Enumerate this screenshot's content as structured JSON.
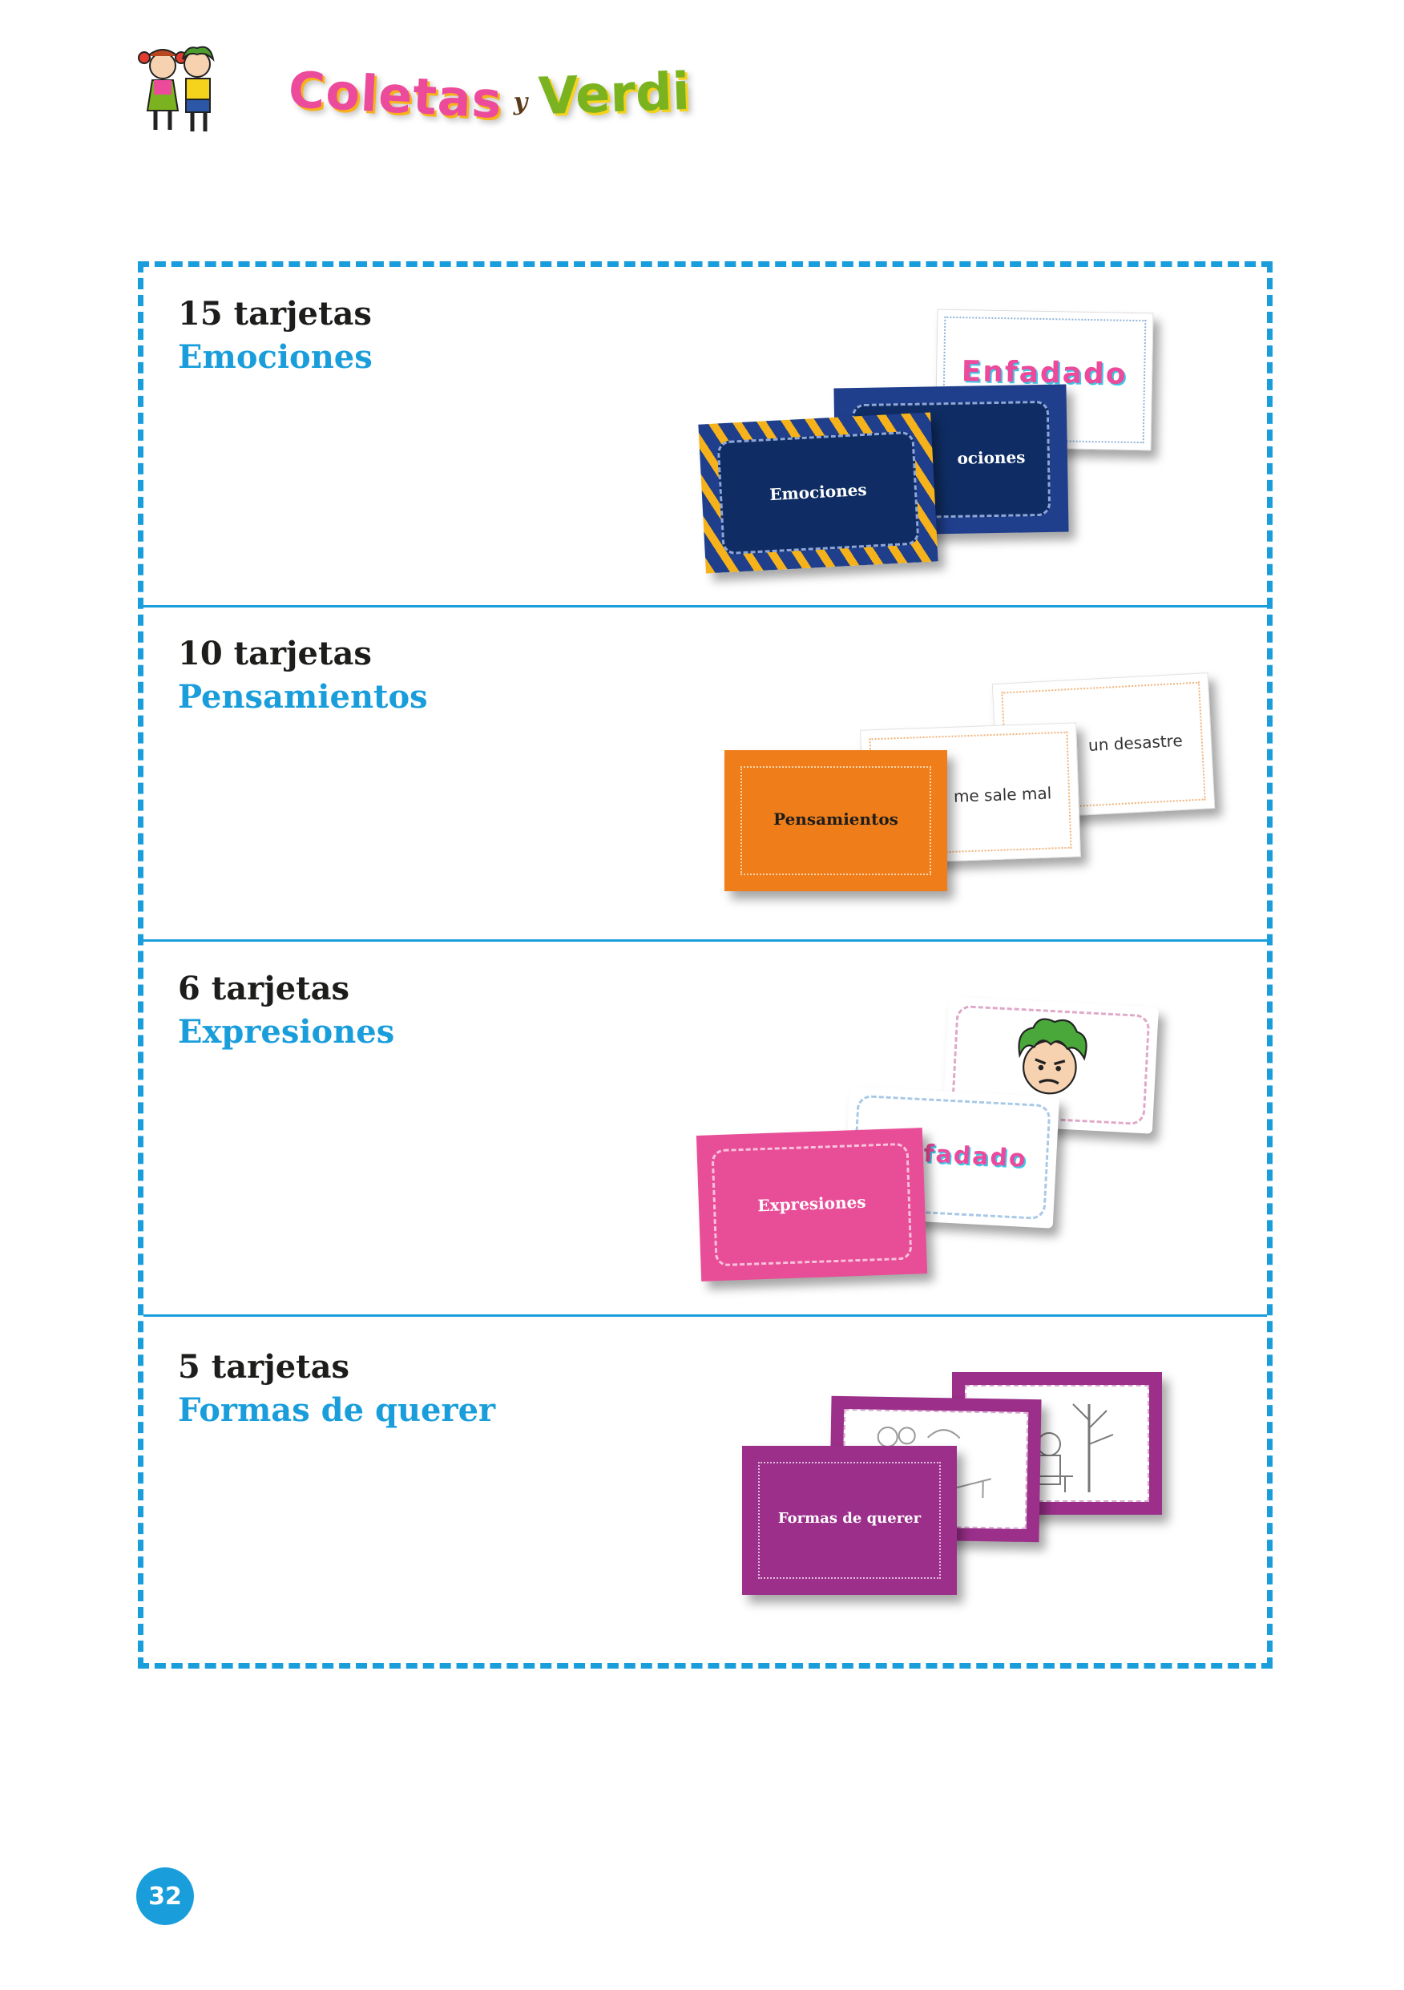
{
  "header": {
    "logo_word_1": "Coletas",
    "logo_conjunction": "y",
    "logo_word_2": "Verdi"
  },
  "sections": [
    {
      "count": "15 tarjetas",
      "name": "Emociones",
      "cards": {
        "front_label": "Emociones",
        "middle_label": "ociones",
        "back_label": "Enfadado"
      }
    },
    {
      "count": "10 tarjetas",
      "name": "Pensamientos",
      "cards": {
        "front_label": "Pensamientos",
        "middle_label": "me sale mal",
        "back_label": "un desastre"
      }
    },
    {
      "count": "6 tarjetas",
      "name": "Expresiones",
      "cards": {
        "front_label": "Expresiones",
        "middle_label": "fadado"
      }
    },
    {
      "count": "5 tarjetas",
      "name": "Formas de querer",
      "cards": {
        "front_label": "Formas de querer"
      }
    }
  ],
  "colors": {
    "accent_blue": "#1a9edb",
    "emociones_navy": "#0f2d64",
    "emociones_stripe": "#f5b21b",
    "pensamientos_orange": "#ee7d1a",
    "expresiones_pink": "#e84e97",
    "formas_purple": "#9b2f8a"
  },
  "footer": {
    "page_number": "32"
  }
}
